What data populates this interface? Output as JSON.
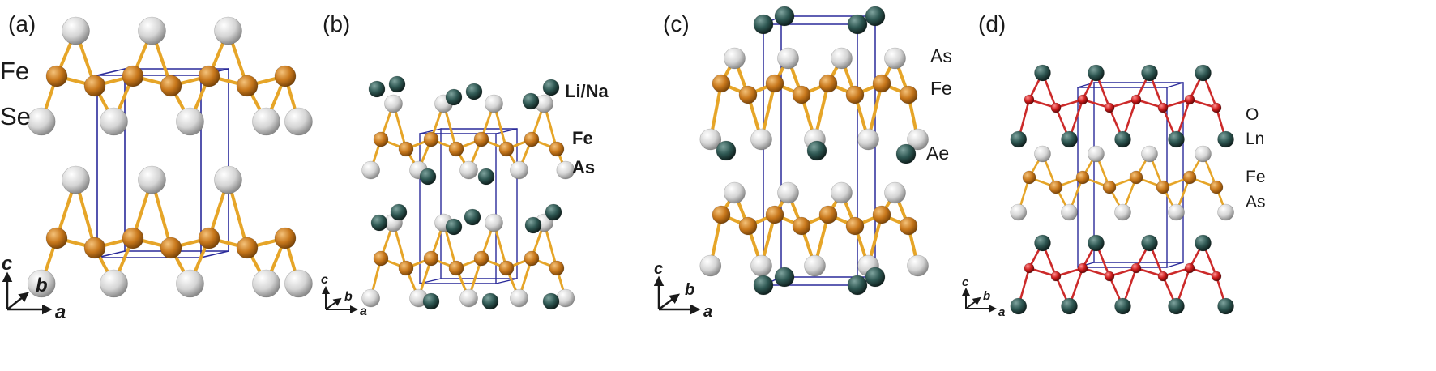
{
  "colors": {
    "background": "#ffffff",
    "cell_line": "#2a2a9a",
    "fe_bond": "#e6a528",
    "o_bond": "#cc2a2a",
    "fe_atom": "#c8781c",
    "se_as_atom": "#e2e2e2",
    "spacer_atom": "#2e5752",
    "o_atom": "#cc1c1c",
    "axis": "#1a1a1a"
  },
  "panels": [
    {
      "id": "a",
      "label": "(a)",
      "elements": [
        "Fe",
        "Se"
      ],
      "axes": {
        "c": "c",
        "b": "b",
        "a": "a"
      }
    },
    {
      "id": "b",
      "label": "(b)",
      "elements": [
        "Li/Na",
        "Fe",
        "As"
      ],
      "axes": {
        "c": "c",
        "b": "b",
        "a": "a"
      }
    },
    {
      "id": "c",
      "label": "(c)",
      "elements": [
        "As",
        "Fe",
        "Ae"
      ],
      "axes": {
        "c": "c",
        "b": "b",
        "a": "a"
      }
    },
    {
      "id": "d",
      "label": "(d)",
      "elements": [
        "O",
        "Ln",
        "Fe",
        "As"
      ],
      "axes": {
        "c": "c",
        "b": "b",
        "a": "a"
      }
    }
  ]
}
